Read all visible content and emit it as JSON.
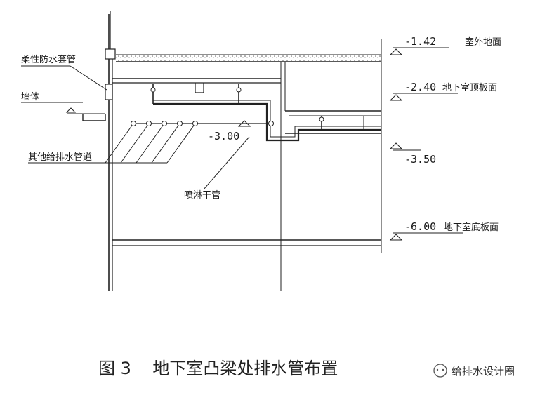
{
  "labels": {
    "flexible_casing": "柔性防水套管",
    "wall": "墙体",
    "sprinkler_branch": "其他给排水管道",
    "main_pipe": "喷淋干管",
    "outdoor_ground": "室外地面",
    "b1_floor": "地下室顶板面",
    "b_floor": "地下室底板面"
  },
  "elevations": {
    "e1": "-1.42",
    "e2": "-2.40",
    "e3": "-3.00",
    "e4": "-3.50",
    "e5": "-6.00"
  },
  "caption": "图 3    地下室凸梁处排水管布置",
  "watermark": "给排水设计圈",
  "colors": {
    "ink": "#222222",
    "paper": "#ffffff"
  }
}
